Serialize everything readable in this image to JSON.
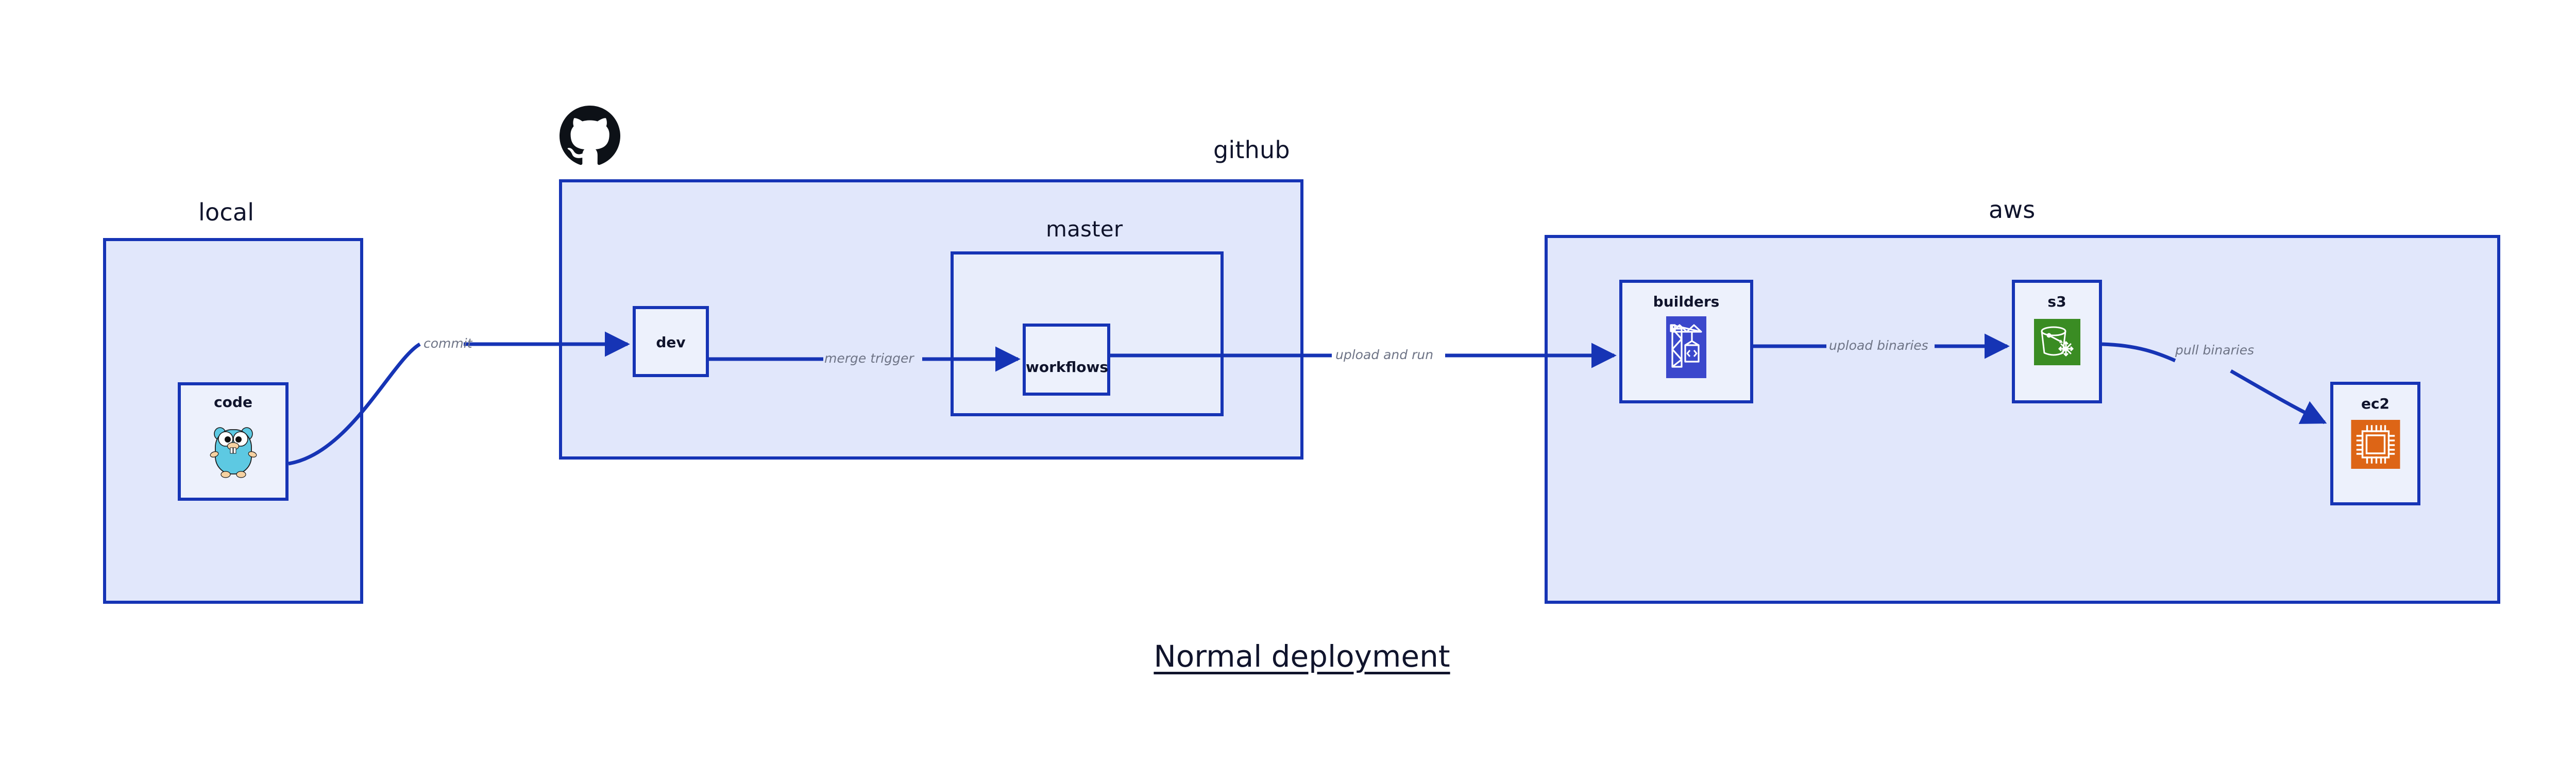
{
  "diagram": {
    "title": "Normal deployment",
    "background": "#ffffff",
    "accent_color": "#1634b5",
    "group_fill": "#e1e7fb",
    "node_fill": "#edf1fc",
    "label_color": "#10142c",
    "edge_label_color": "#6e7486"
  },
  "groups": [
    {
      "id": "local",
      "label": "local"
    },
    {
      "id": "github",
      "label": "github"
    },
    {
      "id": "aws",
      "label": "aws"
    }
  ],
  "subgroups": [
    {
      "id": "master",
      "label": "master",
      "parent": "github"
    }
  ],
  "nodes": [
    {
      "id": "code",
      "label": "code",
      "parent": "local",
      "icon": "go-gopher-icon",
      "icon_color": "#5dc9e2"
    },
    {
      "id": "dev",
      "label": "dev",
      "parent": "github",
      "icon": "none",
      "icon_color": ""
    },
    {
      "id": "workflows",
      "label": "workflows",
      "parent": "master",
      "icon": "none",
      "icon_color": ""
    },
    {
      "id": "builders",
      "label": "builders",
      "parent": "aws",
      "icon": "aws-codebuild-crane-icon",
      "icon_color": "#3b48cc"
    },
    {
      "id": "s3",
      "label": "s3",
      "parent": "aws",
      "icon": "aws-s3-glacier-bucket-icon",
      "icon_color": "#3a8c23"
    },
    {
      "id": "ec2",
      "label": "ec2",
      "parent": "aws",
      "icon": "aws-ec2-cpu-icon",
      "icon_color": "#dd6516"
    }
  ],
  "edges": [
    {
      "id": "code-to-dev",
      "from": "code",
      "to": "dev",
      "label": "commit"
    },
    {
      "id": "dev-to-workflows",
      "from": "dev",
      "to": "workflows",
      "label": "merge trigger"
    },
    {
      "id": "workflows-to-builders",
      "from": "workflows",
      "to": "builders",
      "label": "upload and run"
    },
    {
      "id": "builders-to-s3",
      "from": "builders",
      "to": "s3",
      "label": "upload binaries"
    },
    {
      "id": "s3-to-ec2",
      "from": "s3",
      "to": "ec2",
      "label": "pull binaries"
    }
  ],
  "logos": [
    {
      "id": "github-octocat",
      "name": "github-octocat-logo",
      "color": "#0d1117"
    }
  ]
}
